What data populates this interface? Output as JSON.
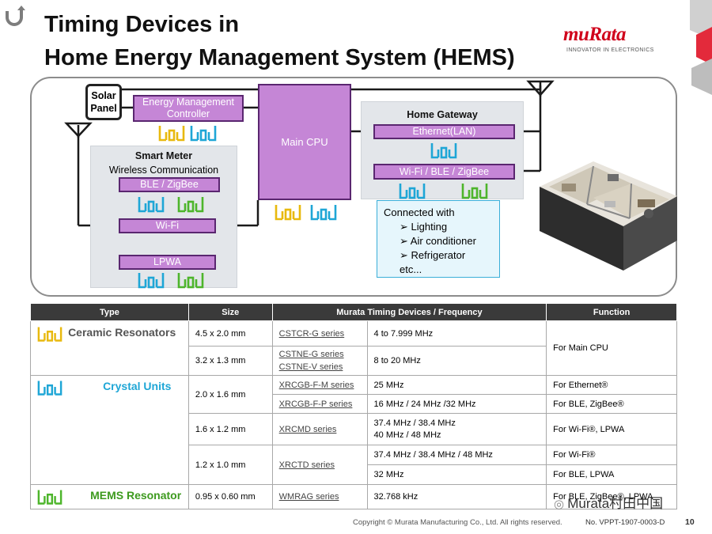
{
  "title_line1": "Timing Devices in",
  "title_line2": "Home Energy Management System (HEMS)",
  "brand": {
    "logo": "muRata",
    "tagline": "INNOVATOR IN ELECTRONICS",
    "red": "#d0021b"
  },
  "diagram": {
    "solar_panel": "Solar Panel",
    "emc": "Energy Management Controller",
    "main_cpu": "Main CPU",
    "smart_meter": {
      "title": "Smart Meter",
      "subtitle": "Wireless Communication",
      "ble": "BLE / ZigBee",
      "wifi": "Wi-Fi",
      "lpwa": "LPWA"
    },
    "home_gateway": {
      "title": "Home Gateway",
      "ethernet": "Ethernet(LAN)",
      "wireless": "Wi-Fi / BLE / ZigBee"
    },
    "connected": {
      "title": "Connected with",
      "items": [
        "Lighting",
        "Air conditioner",
        "Refrigerator"
      ],
      "etc": "etc..."
    },
    "colors": {
      "ceramic": "#e8b90e",
      "crystal": "#1ea6d6",
      "mems": "#4db52b",
      "block": "#c586d6"
    }
  },
  "table": {
    "headers": [
      "Type",
      "Size",
      "Murata Timing Devices / Frequency",
      "Function"
    ],
    "ceramic": {
      "type": "Ceramic Resonators",
      "r1": {
        "size": "4.5 x 2.0 mm",
        "series": "CSTCR-G series",
        "freq": "4 to 7.999 MHz"
      },
      "r2": {
        "size": "3.2 x 1.3 mm",
        "series1": "CSTNE-G series",
        "series2": "CSTNE-V series",
        "freq": "8 to 20 MHz"
      },
      "function": "For Main CPU"
    },
    "crystal": {
      "type": "Crystal Units",
      "r1": {
        "size": "2.0 x 1.6 mm",
        "series": "XRCGB-F-M series",
        "freq": "25 MHz",
        "function": "For Ethernet®"
      },
      "r2": {
        "series": "XRCGB-F-P series",
        "freq": "16 MHz / 24 MHz /32 MHz",
        "function": "For BLE, ZigBee®"
      },
      "r3": {
        "size": "1.6 x 1.2 mm",
        "series": "XRCMD series",
        "freq1": "37.4 MHz / 38.4 MHz",
        "freq2": "40 MHz / 48 MHz",
        "function": "For Wi-Fi®, LPWA"
      },
      "r4": {
        "size": "1.2 x 1.0 mm",
        "series": "XRCTD series",
        "freq": "37.4 MHz / 38.4 MHz / 48 MHz",
        "function": "For Wi-Fi®"
      },
      "r5": {
        "freq": "32 MHz",
        "function": "For BLE, LPWA"
      }
    },
    "mems": {
      "type": "MEMS Resonator",
      "size": "0.95 x 0.60 mm",
      "series": "WMRAG series",
      "freq": "32.768 kHz",
      "function": "For BLE, ZigBee®, LPWA"
    }
  },
  "watermark": "Murata村田中国",
  "footer": {
    "copyright": "Copyright © Murata Manufacturing Co., Ltd. All rights reserved.",
    "doc_no": "No. VPPT-1907-0003-D",
    "page": "10"
  }
}
